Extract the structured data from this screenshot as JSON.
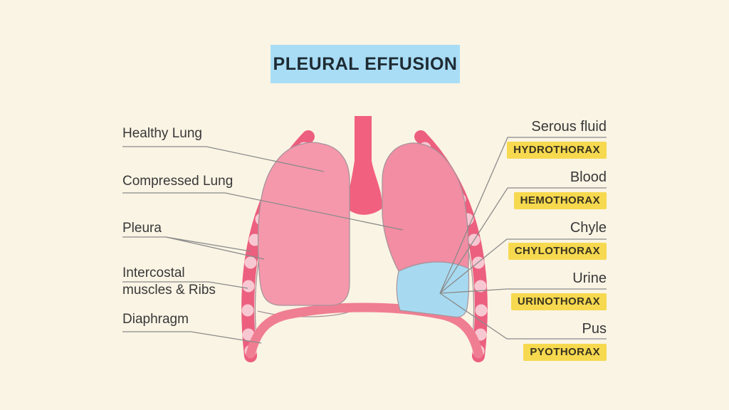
{
  "title": "PLEURAL EFFUSION",
  "left_labels": [
    {
      "label": "Healthy Lung"
    },
    {
      "label": "Compressed Lung"
    },
    {
      "label": "Pleura"
    },
    {
      "label": "Intercostal",
      "label2": "muscles & Ribs"
    },
    {
      "label": "Diaphragm"
    }
  ],
  "right_labels": [
    {
      "fluid": "Serous fluid",
      "term": "HYDROTHORAX"
    },
    {
      "fluid": "Blood",
      "term": "HEMOTHORAX"
    },
    {
      "fluid": "Chyle",
      "term": "CHYLOTHORAX"
    },
    {
      "fluid": "Urine",
      "term": "URINOTHORAX"
    },
    {
      "fluid": "Pus",
      "term": "PYOTHORAX"
    }
  ],
  "colors": {
    "background": "#FAF4E4",
    "title_bg": "#A9DDF6",
    "title_text": "#1E2B33",
    "label_text": "#383838",
    "highlight_bg": "#F6D94F",
    "highlight_text": "#3A3420",
    "leader_line": "#8B8B8B",
    "chest_wall": "#EC5F7E",
    "rib": "#F8C8D2",
    "lung_healthy": "#F598AC",
    "lung_compressed": "#F28DA3",
    "effusion_fluid": "#A7DAF0",
    "trachea": "#F1607E",
    "diaphragm": "#F07E92",
    "pleura_outline": "#A8939B"
  }
}
